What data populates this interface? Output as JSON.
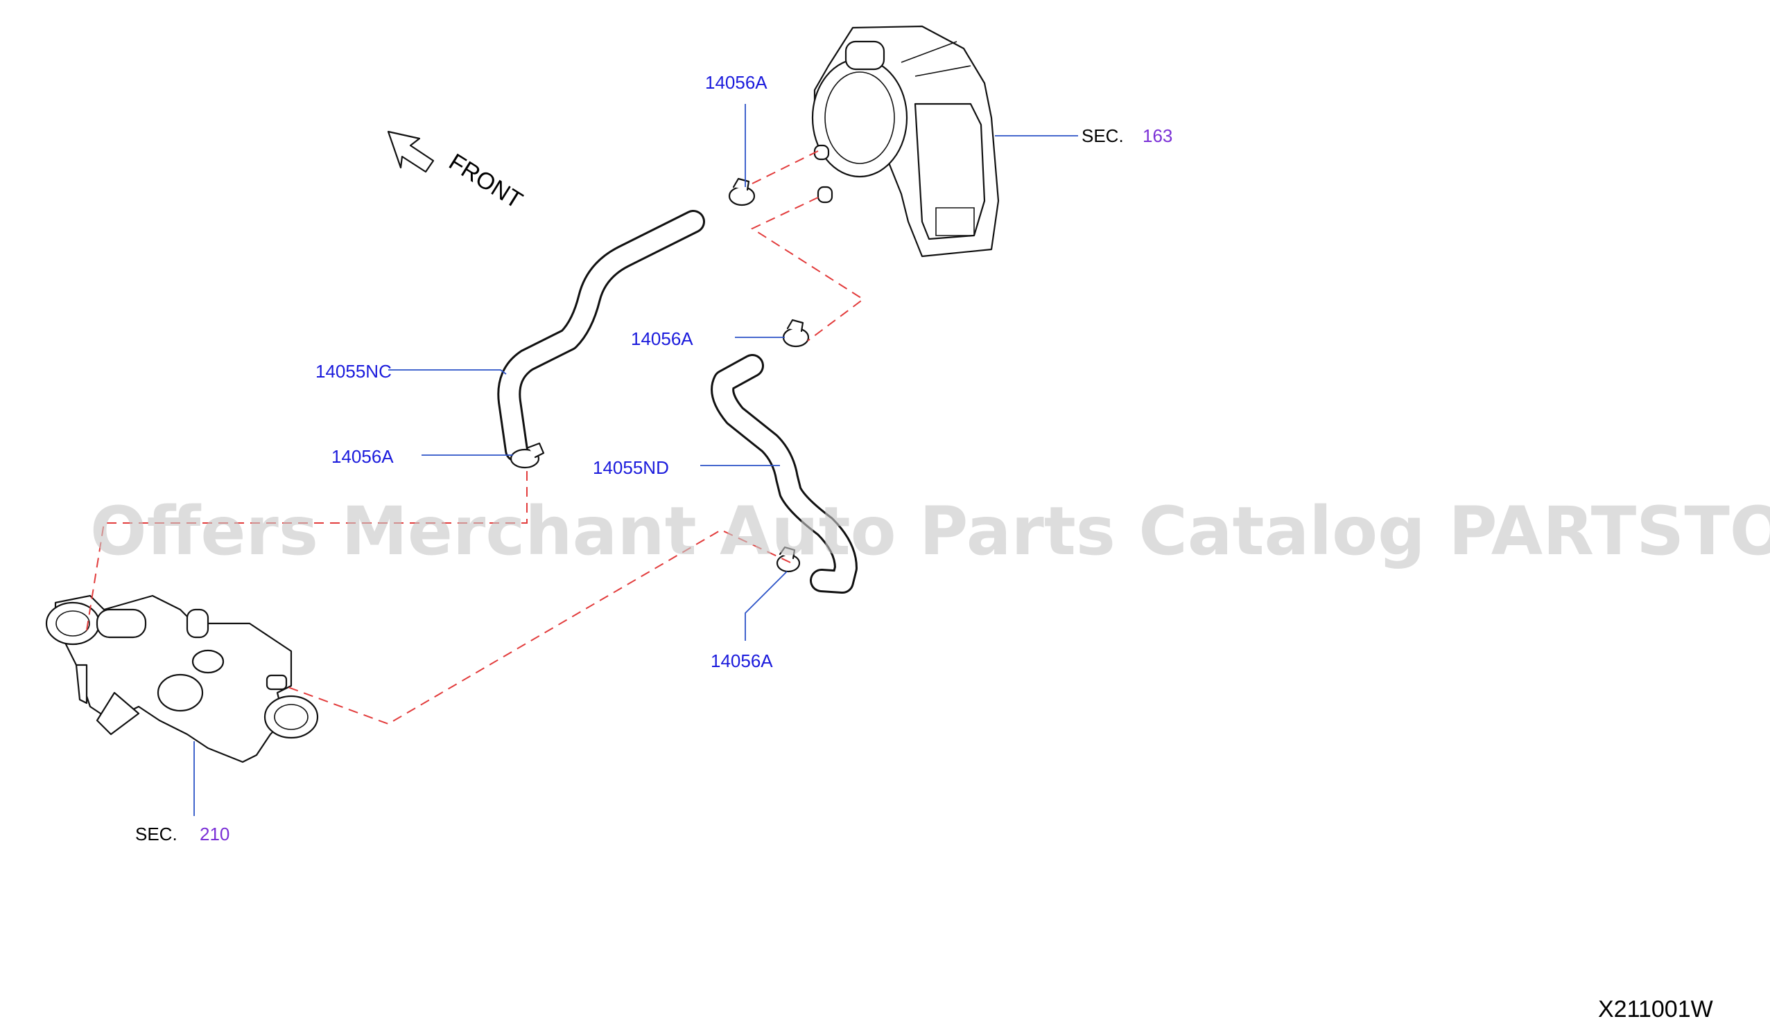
{
  "labels": {
    "front": "FRONT",
    "clamp_top": "14056A",
    "clamp_mid": "14056A",
    "clamp_left": "14056A",
    "clamp_bottom": "14056A",
    "hose_nc": "14055NC",
    "hose_nd": "14055ND",
    "sec_top_prefix": "SEC.",
    "sec_top_num": "163",
    "sec_bottom_prefix": "SEC.",
    "sec_bottom_num": "210",
    "diagram_code": "X211001W"
  },
  "watermark": "Offers Merchant Auto Parts Catalog PARTSTORE.SA",
  "colors": {
    "part_number": "#1a1adc",
    "section_number": "#7a2fd6",
    "leader_line": "#2b52c7",
    "connection_dash": "#e23b3b"
  }
}
